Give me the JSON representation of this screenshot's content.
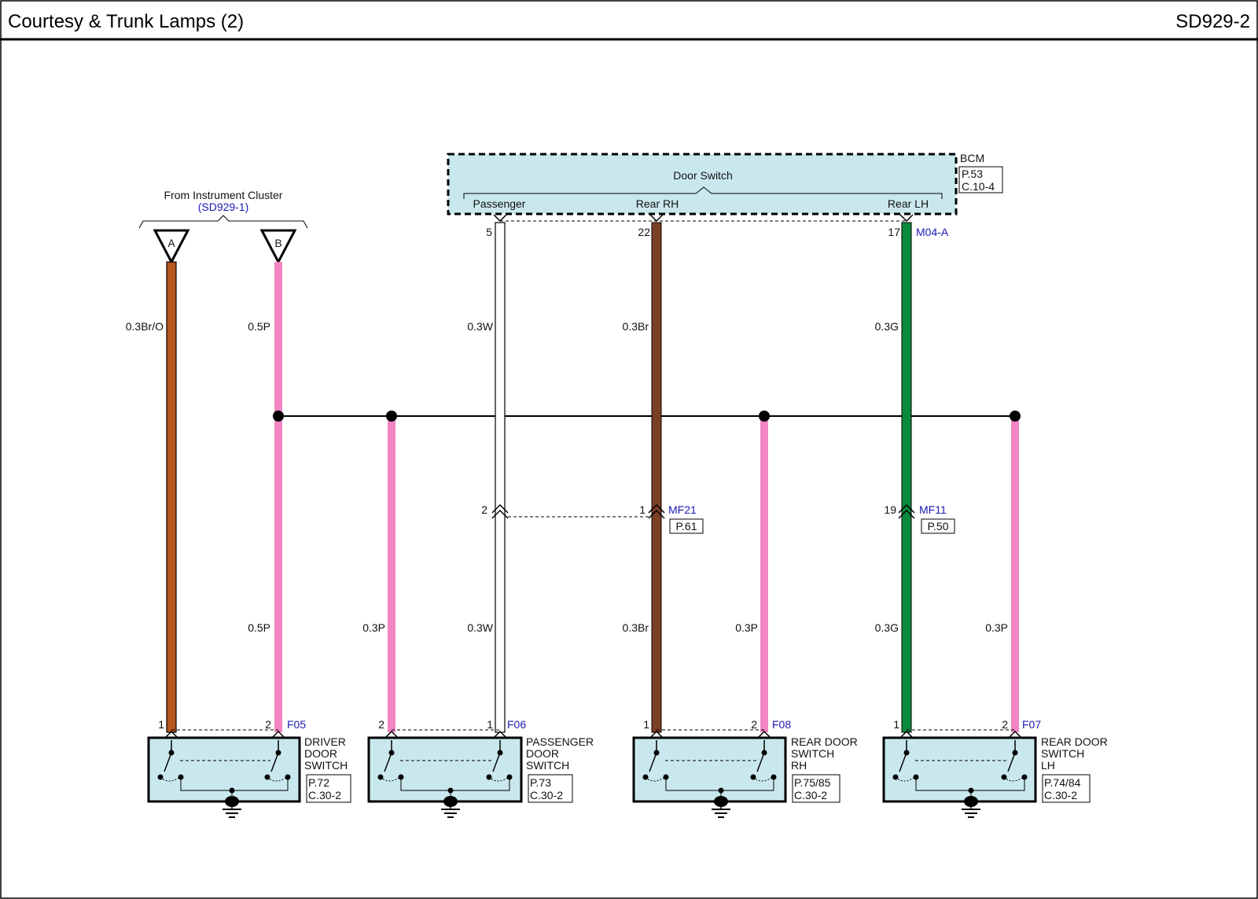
{
  "header": {
    "title": "Courtesy & Trunk Lamps (2)",
    "code": "SD929-2"
  },
  "colors": {
    "module_fill": "#c9e8ee",
    "wire_brown_orange": "#b8561f",
    "wire_pink": "#f285c2",
    "wire_white": "#ffffff",
    "wire_brown": "#7b3f26",
    "wire_green": "#0b8a3c",
    "reference_text": "#1a1ab4"
  },
  "source": {
    "label": "From Instrument Cluster",
    "reference": "(SD929-1)",
    "connector_a": "A",
    "connector_b": "B"
  },
  "bcm": {
    "name": "BCM",
    "page": "P.53",
    "location": "C.10-4",
    "function": "Door Switch",
    "outputs": [
      "Passenger",
      "Rear RH",
      "Rear LH"
    ],
    "connector": "M04-A",
    "pins": {
      "passenger": "5",
      "rear_rh": "22",
      "rear_lh": "17"
    }
  },
  "wires": {
    "a_top": "0.3Br/O",
    "b_top": "0.5P",
    "passenger_top": "0.3W",
    "rear_rh_top": "0.3Br",
    "rear_lh_top": "0.3G",
    "b_bottom": "0.5P",
    "pink_1": "0.3P",
    "passenger_bottom": "0.3W",
    "rear_rh_bottom": "0.3Br",
    "pink_2": "0.3P",
    "rear_lh_bottom": "0.3G",
    "pink_3": "0.3P"
  },
  "junctions": {
    "mf21": {
      "name": "MF21",
      "page": "P.61",
      "pin_left": "2",
      "pin_right": "1"
    },
    "mf11": {
      "name": "MF11",
      "page": "P.50",
      "pin": "19"
    }
  },
  "switches": [
    {
      "connector": "F05",
      "pin_left": "1",
      "pin_right": "2",
      "name_lines": [
        "DRIVER",
        "DOOR",
        "SWITCH"
      ],
      "page": "P.72",
      "location": "C.30-2"
    },
    {
      "connector": "F06",
      "pin_left": "2",
      "pin_right": "1",
      "name_lines": [
        "PASSENGER",
        "DOOR",
        "SWITCH"
      ],
      "page": "P.73",
      "location": "C.30-2"
    },
    {
      "connector": "F08",
      "pin_left": "1",
      "pin_right": "2",
      "name_lines": [
        "REAR DOOR",
        "SWITCH",
        "RH"
      ],
      "page": "P.75/85",
      "location": "C.30-2"
    },
    {
      "connector": "F07",
      "pin_left": "1",
      "pin_right": "2",
      "name_lines": [
        "REAR DOOR",
        "SWITCH",
        "LH"
      ],
      "page": "P.74/84",
      "location": "C.30-2"
    }
  ]
}
